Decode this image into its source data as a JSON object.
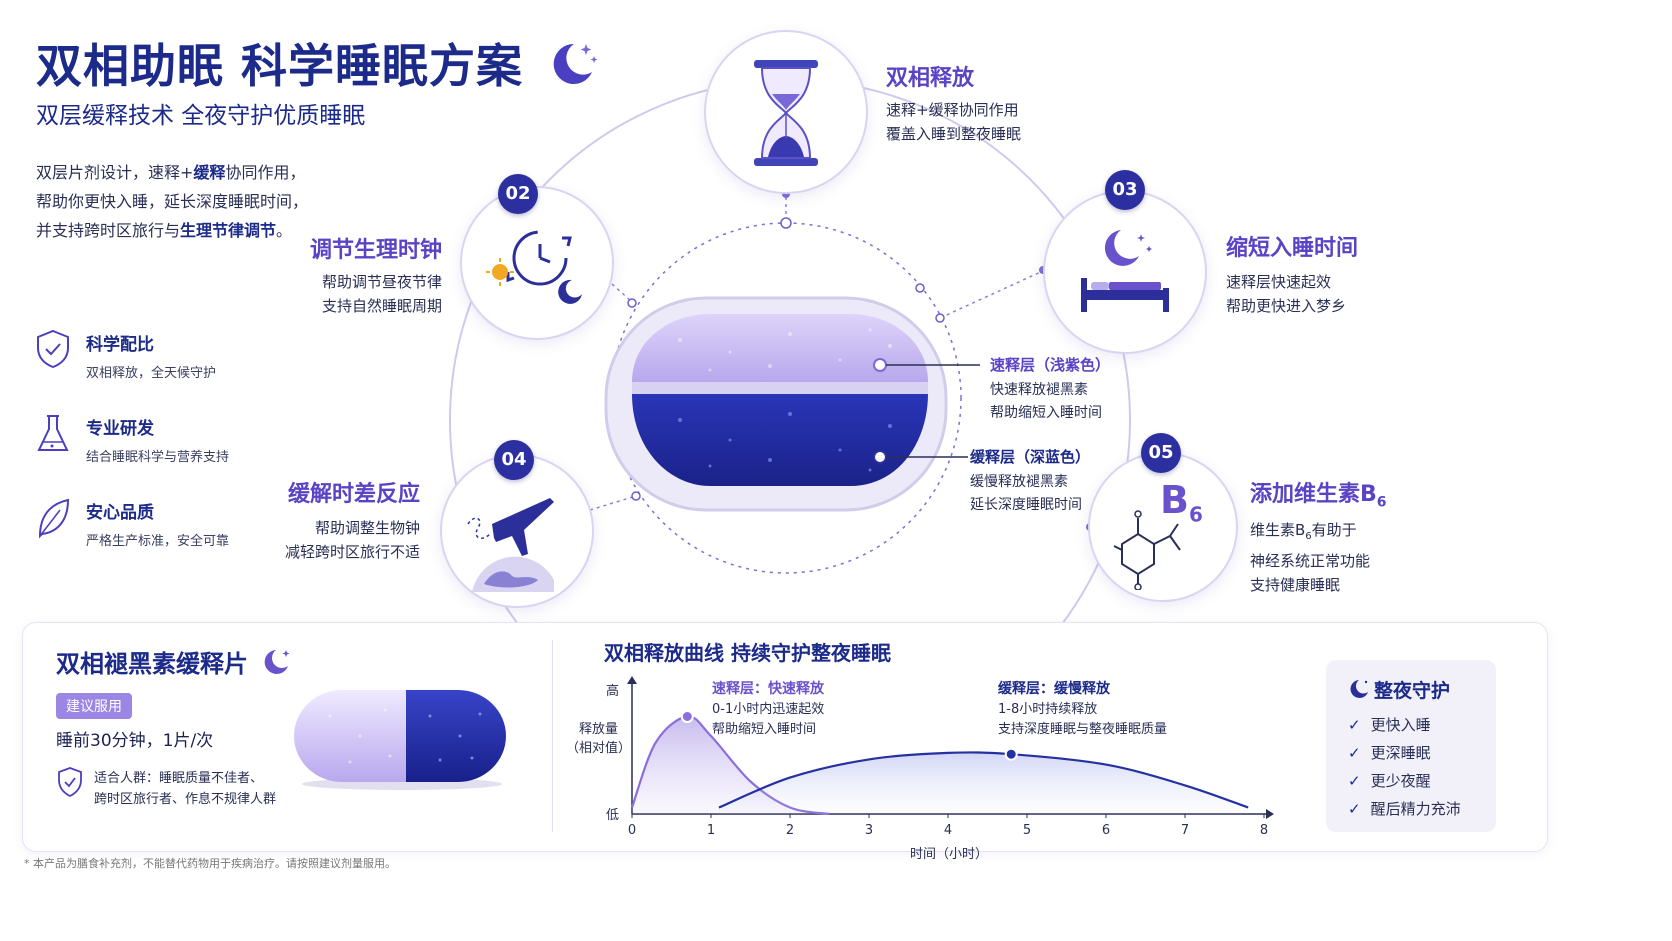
{
  "header": {
    "title": "双相助眠  科学睡眠方案",
    "subtitle": "双层缓释技术  全夜守护优质睡眠"
  },
  "intro": {
    "line1_a": "双层片剂设计，速释+",
    "line1_b": "缓释",
    "line1_c": "协同作用，",
    "line2": "帮助你更快入睡，延长深度睡眠时间，",
    "line3_a": "并支持跨时区旅行与",
    "line3_b": "生理节律调节",
    "line3_c": "。"
  },
  "features": [
    {
      "title": "科学配比",
      "desc": "双相释放，全天候守护"
    },
    {
      "title": "专业研发",
      "desc": "结合睡眠科学与营养支持"
    },
    {
      "title": "安心品质",
      "desc": "严格生产标准，安全可靠"
    }
  ],
  "benefits": {
    "top": {
      "title": "双相释放",
      "line1": "速释+缓释协同作用",
      "line2": "覆盖入睡到整夜睡眠"
    },
    "b02": {
      "num": "02",
      "title": "调节生理时钟",
      "line1": "帮助调节昼夜节律",
      "line2": "支持自然睡眠周期"
    },
    "b03": {
      "num": "03",
      "title": "缩短入睡时间",
      "line1": "速释层快速起效",
      "line2": "帮助更快进入梦乡"
    },
    "b04": {
      "num": "04",
      "title": "缓解时差反应",
      "line1": "帮助调整生物钟",
      "line2": "减轻跨时区旅行不适"
    },
    "b05": {
      "num": "05",
      "title": "添加维生素B",
      "title_sub": "6",
      "line1_a": "维生素B",
      "line1_sub": "6",
      "line1_b": "有助于",
      "line2": "神经系统正常功能",
      "line3": "支持健康睡眠",
      "icon_text": "B",
      "icon_sub": "6"
    }
  },
  "tablet": {
    "fast": {
      "title": "速释层（浅紫色）",
      "line1": "快速释放褪黑素",
      "line2": "帮助缩短入睡时间"
    },
    "slow": {
      "title": "缓释层（深蓝色）",
      "line1": "缓慢释放褪黑素",
      "line2": "延长深度睡眠时间"
    }
  },
  "product": {
    "name": "双相褪黑素缓释片",
    "badge": "建议服用",
    "dosage": "睡前30分钟，1片/次",
    "audience_line1": "适合人群：睡眠质量不佳者、",
    "audience_line2": "跨时区旅行者、作息不规律人群"
  },
  "curve": {
    "title": "双相释放曲线  持续守护整夜睡眠",
    "y_high": "高",
    "y_low": "低",
    "y_label_1": "释放量",
    "y_label_2": "（相对值）",
    "x_label": "时间（小时）",
    "fast_title": "速释层：快速释放",
    "fast_line1": "0-1小时内迅速起效",
    "fast_line2": "帮助缩短入睡时间",
    "slow_title": "缓释层：缓慢释放",
    "slow_line1": "1-8小时持续释放",
    "slow_line2": "支持深度睡眠与整夜睡眠质量",
    "ticks": [
      "0",
      "1",
      "2",
      "3",
      "4",
      "5",
      "6",
      "7",
      "8"
    ]
  },
  "chart_data": {
    "type": "area",
    "title": "双相释放曲线  持续守护整夜睡眠",
    "xlabel": "时间（小时）",
    "ylabel": "释放量（相对值）",
    "xlim": [
      0,
      8
    ],
    "series": [
      {
        "name": "速释层：快速释放",
        "x": [
          0,
          0.3,
          0.7,
          1,
          1.5,
          2,
          2.5
        ],
        "y": [
          0.05,
          0.55,
          0.75,
          0.6,
          0.25,
          0.05,
          0
        ]
      },
      {
        "name": "缓释层：缓慢释放",
        "x": [
          1.1,
          2,
          3,
          4,
          4.8,
          6,
          7,
          7.8
        ],
        "y": [
          0.05,
          0.28,
          0.42,
          0.47,
          0.46,
          0.38,
          0.22,
          0.05
        ]
      }
    ],
    "colors": {
      "fast": "#8c6fd8",
      "slow": "#2431a0"
    }
  },
  "summary": {
    "title": "整夜守护",
    "items": [
      "更快入睡",
      "更深睡眠",
      "更少夜醒",
      "醒后精力充沛"
    ]
  },
  "footnote": "* 本产品为膳食补充剂，不能替代药物用于疾病治疗。请按照建议剂量服用。",
  "colors": {
    "navy": "#1c2a8a",
    "purple": "#5a43c4",
    "lavender": "#c8bdf0",
    "deep_blue": "#2431a0"
  }
}
